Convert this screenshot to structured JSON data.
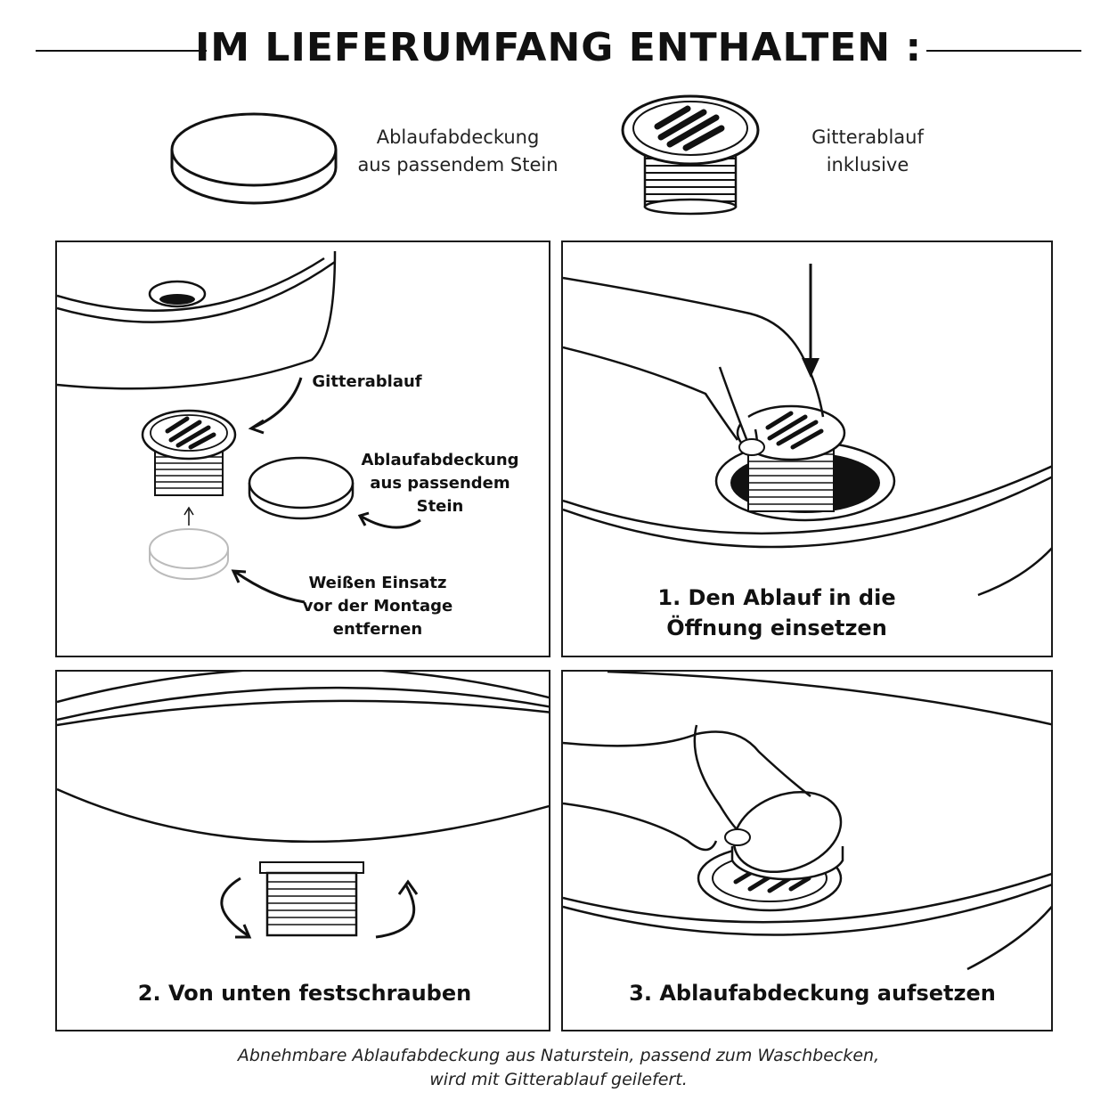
{
  "header": {
    "title": "IM LIEFERUMFANG ENTHALTEN :"
  },
  "included": [
    {
      "line1": "Ablaufabdeckung",
      "line2": "aus passendem Stein"
    },
    {
      "line1": "Gitterablauf",
      "line2": "inklusive"
    }
  ],
  "panel_parts": {
    "grate_label": "Gitterablauf",
    "cover_label": [
      "Ablaufabdeckung",
      "aus passendem",
      "Stein"
    ],
    "insert_label": [
      "Weißen Einsatz",
      "vor der Montage",
      "entfernen"
    ]
  },
  "steps": [
    {
      "line1": "1. Den Ablauf in die",
      "line2": "Öffnung einsetzen"
    },
    {
      "line1": "2. Von unten festschrauben"
    },
    {
      "line1": "3. Ablaufabdeckung aufsetzen"
    }
  ],
  "footer": {
    "line1": "Abnehmbare Ablaufabdeckung aus Naturstein, passend zum Waschbecken,",
    "line2": "wird mit Gitterablauf geilefert."
  }
}
